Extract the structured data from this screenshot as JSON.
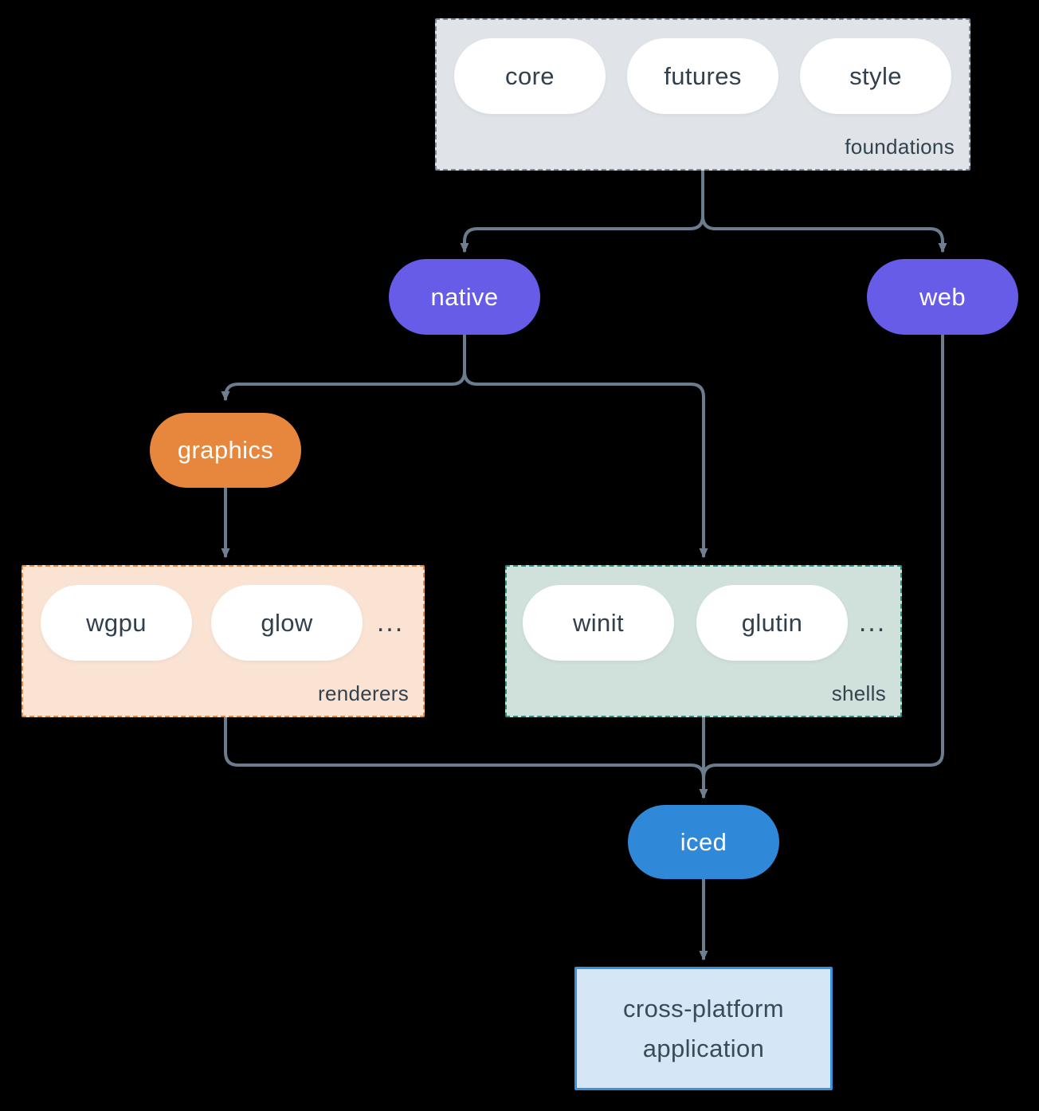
{
  "diagram": {
    "foundations": {
      "label": "foundations",
      "pills": [
        "core",
        "futures",
        "style"
      ]
    },
    "native": {
      "label": "native"
    },
    "web": {
      "label": "web"
    },
    "graphics": {
      "label": "graphics"
    },
    "renderers": {
      "label": "renderers",
      "pills": [
        "wgpu",
        "glow"
      ],
      "ellipsis": "..."
    },
    "shells": {
      "label": "shells",
      "pills": [
        "winit",
        "glutin"
      ],
      "ellipsis": "..."
    },
    "iced": {
      "label": "iced"
    },
    "application": {
      "label_line1": "cross-platform",
      "label_line2": "application"
    }
  },
  "colors": {
    "background": "#000000",
    "arrow": "#6b7c8f",
    "foundations_fill": "#e0e4e8",
    "foundations_border": "#7d8c9c",
    "purple_pill": "#675ce8",
    "orange_pill": "#e7873d",
    "renderers_fill": "#fae3d3",
    "renderers_border": "#e8873c",
    "shells_fill": "#d0e0da",
    "shells_border": "#2f8f7e",
    "iced_blue": "#2f88d8",
    "app_fill": "#d5e6f6",
    "app_border": "#3793dc",
    "text_dark": "#32404e",
    "text_light": "#ffffff"
  }
}
